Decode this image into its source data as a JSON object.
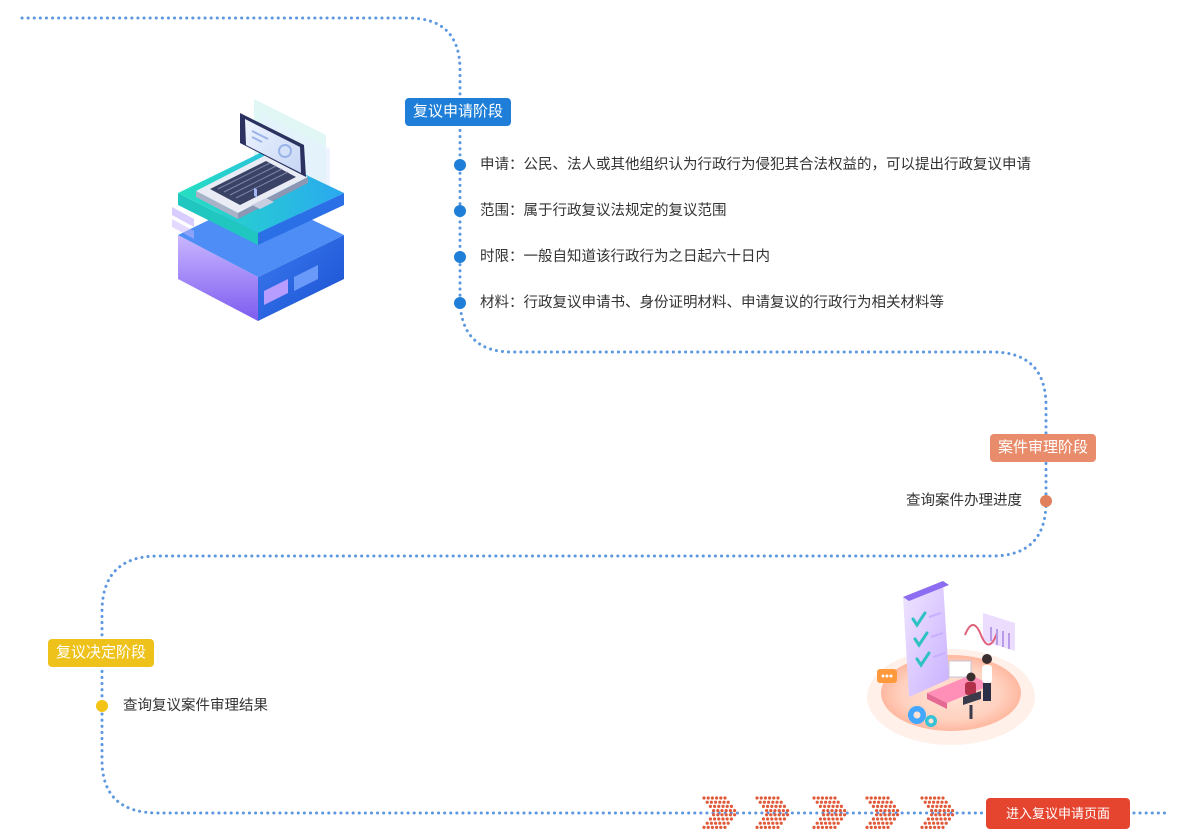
{
  "stages": [
    {
      "label": "复议申请阶段",
      "items": [
        "申请：公民、法人或其他组织认为行政行为侵犯其合法权益的，可以提出行政复议申请",
        "范围：属于行政复议法规定的复议范围",
        "时限：一般自知道该行政行为之日起六十日内",
        "材料：行政复议申请书、身份证明材料、申请复议的行政行为相关材料等"
      ]
    },
    {
      "label": "案件审理阶段",
      "items": [
        "查询案件办理进度"
      ]
    },
    {
      "label": "复议决定阶段",
      "items": [
        "查询复议案件审理结果"
      ]
    }
  ],
  "enter_button": "进入复议申请页面",
  "colors": {
    "path": "#5c97e0",
    "stage_apply": "#1f7fd8",
    "stage_review": "#e98c6b",
    "stage_decide": "#eec21b",
    "enter_button": "#e5452f",
    "arrows": "#e05a3a"
  },
  "icons": [
    "laptop-server-illustration",
    "checklist-office-illustration",
    "chevron-arrows-icon"
  ]
}
